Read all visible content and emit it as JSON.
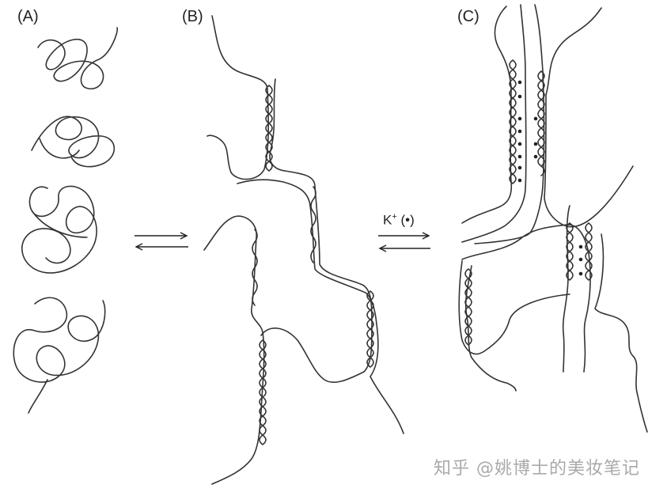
{
  "panels": {
    "a_label": "(A)",
    "b_label": "(B)",
    "c_label": "(C)"
  },
  "equilibrium": {
    "ion": "K",
    "charge": "+",
    "marker": " (•)"
  },
  "watermark": "知乎 @姚博士的美妆笔记"
}
